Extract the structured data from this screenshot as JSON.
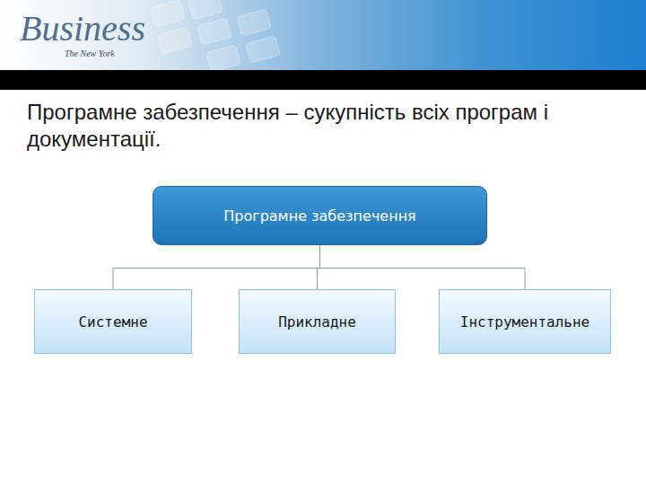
{
  "diagram": {
    "title": "Програмне забезпечення – сукупність всіх програм і документації.",
    "nodes": [
      {
        "text": [
          "Програмне забезпечення"
        ]
      },
      {
        "text": [
          "Системне"
        ]
      },
      {
        "text": [
          "Прикладне"
        ]
      },
      {
        "text": [
          "Інструментальне"
        ]
      }
    ],
    "edges": [
      {
        "from": 0,
        "to": 1,
        "arrow": "none"
      },
      {
        "from": 0,
        "to": 2,
        "arrow": "none"
      },
      {
        "from": 0,
        "to": 3,
        "arrow": "none"
      }
    ],
    "labels": [
      "Business",
      "The New York"
    ]
  }
}
